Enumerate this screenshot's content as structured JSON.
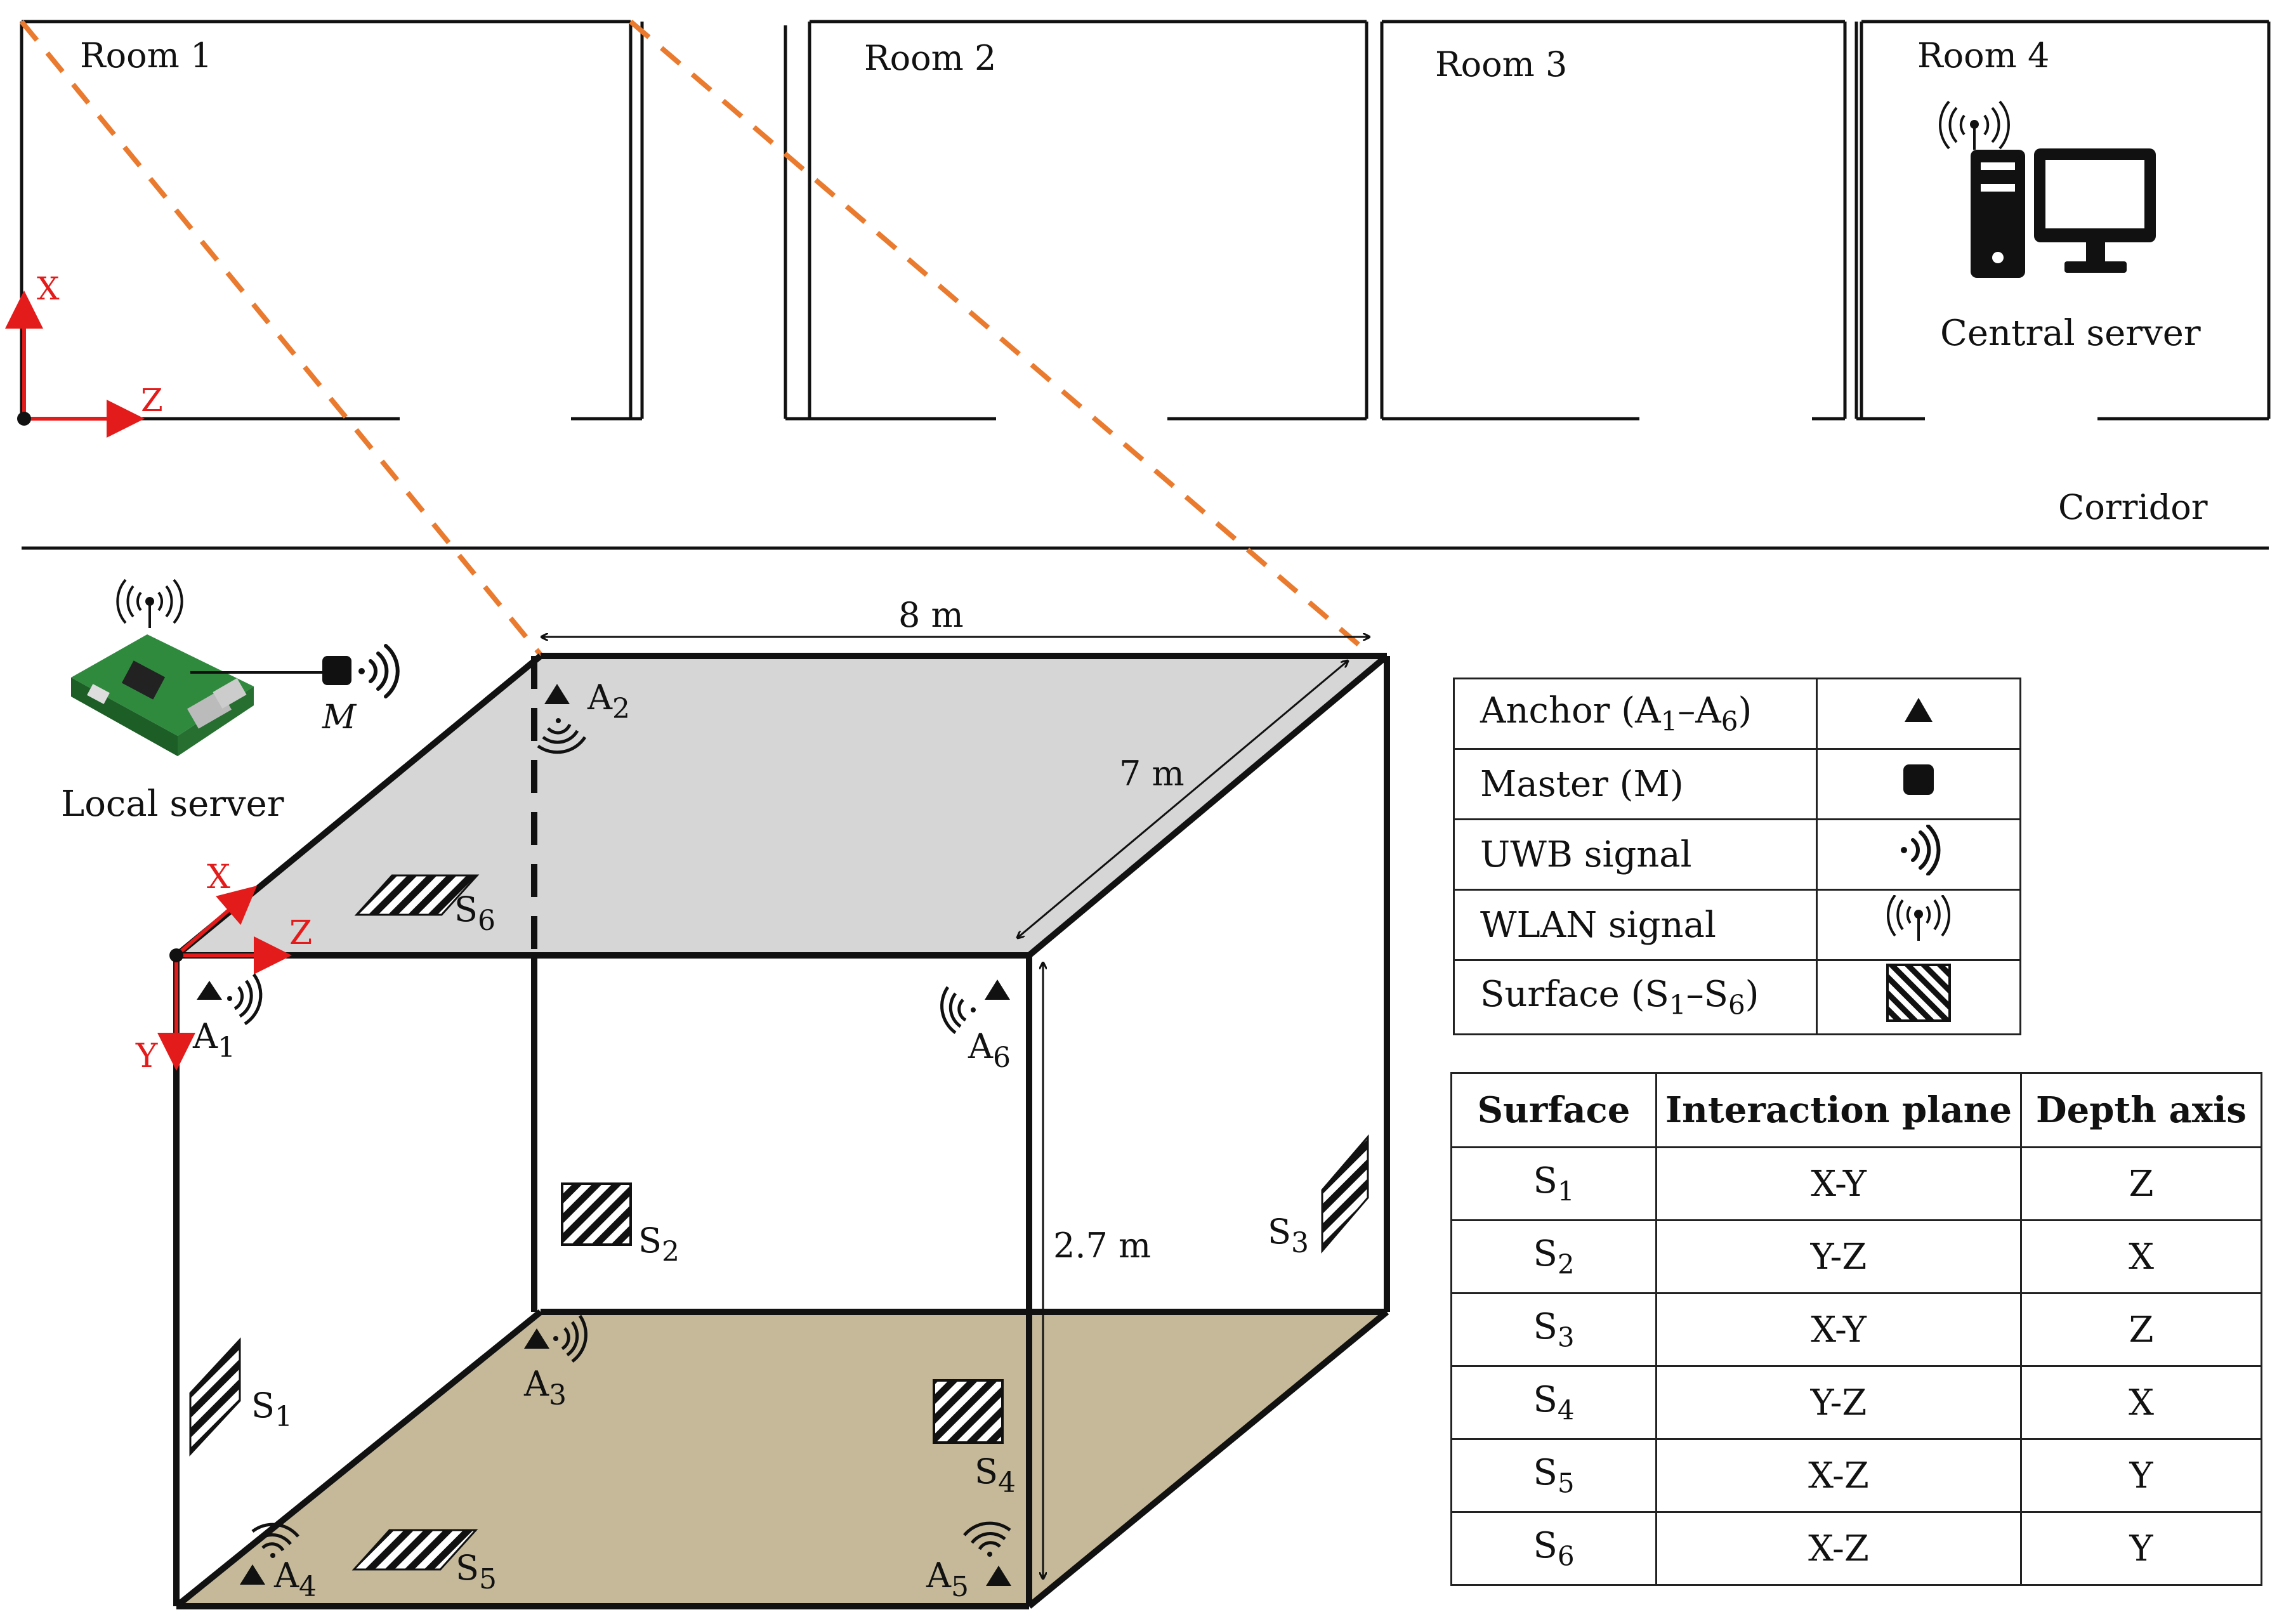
{
  "rooms": [
    "Room 1",
    "Room 2",
    "Room 3",
    "Room 4"
  ],
  "corridor_label": "Corridor",
  "central_server_label": "Central server",
  "local_server_label": "Local server",
  "master_tag": "M",
  "axes": {
    "x": "X",
    "y": "Y",
    "z": "Z"
  },
  "dimensions": {
    "length": "8 m",
    "width": "7 m",
    "height": "2.7 m"
  },
  "anchors": [
    {
      "letter": "A",
      "sub": "1"
    },
    {
      "letter": "A",
      "sub": "2"
    },
    {
      "letter": "A",
      "sub": "3"
    },
    {
      "letter": "A",
      "sub": "4"
    },
    {
      "letter": "A",
      "sub": "5"
    },
    {
      "letter": "A",
      "sub": "6"
    }
  ],
  "surfaces": [
    {
      "letter": "S",
      "sub": "1"
    },
    {
      "letter": "S",
      "sub": "2"
    },
    {
      "letter": "S",
      "sub": "3"
    },
    {
      "letter": "S",
      "sub": "4"
    },
    {
      "letter": "S",
      "sub": "5"
    },
    {
      "letter": "S",
      "sub": "6"
    }
  ],
  "legend": [
    {
      "text": "Anchor (A",
      "sub1": "1",
      "mid": "–A",
      "sub2": "6",
      "end": ")",
      "icon": "triangle-icon"
    },
    {
      "text": "Master (M)",
      "icon": "square-icon"
    },
    {
      "text": "UWB signal",
      "icon": "uwb-signal-icon"
    },
    {
      "text": "WLAN signal",
      "icon": "wlan-signal-icon"
    },
    {
      "text": "Surface (S",
      "sub1": "1",
      "mid": "–S",
      "sub2": "6",
      "end": ")",
      "icon": "hatch-icon"
    }
  ],
  "table": {
    "headers": [
      "Surface",
      "Interaction plane",
      "Depth axis"
    ],
    "rows": [
      {
        "s": "S",
        "sub": "1",
        "plane": "X-Y",
        "axis": "Z"
      },
      {
        "s": "S",
        "sub": "2",
        "plane": "Y-Z",
        "axis": "X"
      },
      {
        "s": "S",
        "sub": "3",
        "plane": "X-Y",
        "axis": "Z"
      },
      {
        "s": "S",
        "sub": "4",
        "plane": "Y-Z",
        "axis": "X"
      },
      {
        "s": "S",
        "sub": "5",
        "plane": "X-Z",
        "axis": "Y"
      },
      {
        "s": "S",
        "sub": "6",
        "plane": "X-Z",
        "axis": "Y"
      }
    ]
  },
  "colors": {
    "ceiling": "#d6d6d6",
    "floor": "#c5b99a",
    "axis_red": "#e41b1b",
    "dashed_orange": "#ea7a2e"
  }
}
